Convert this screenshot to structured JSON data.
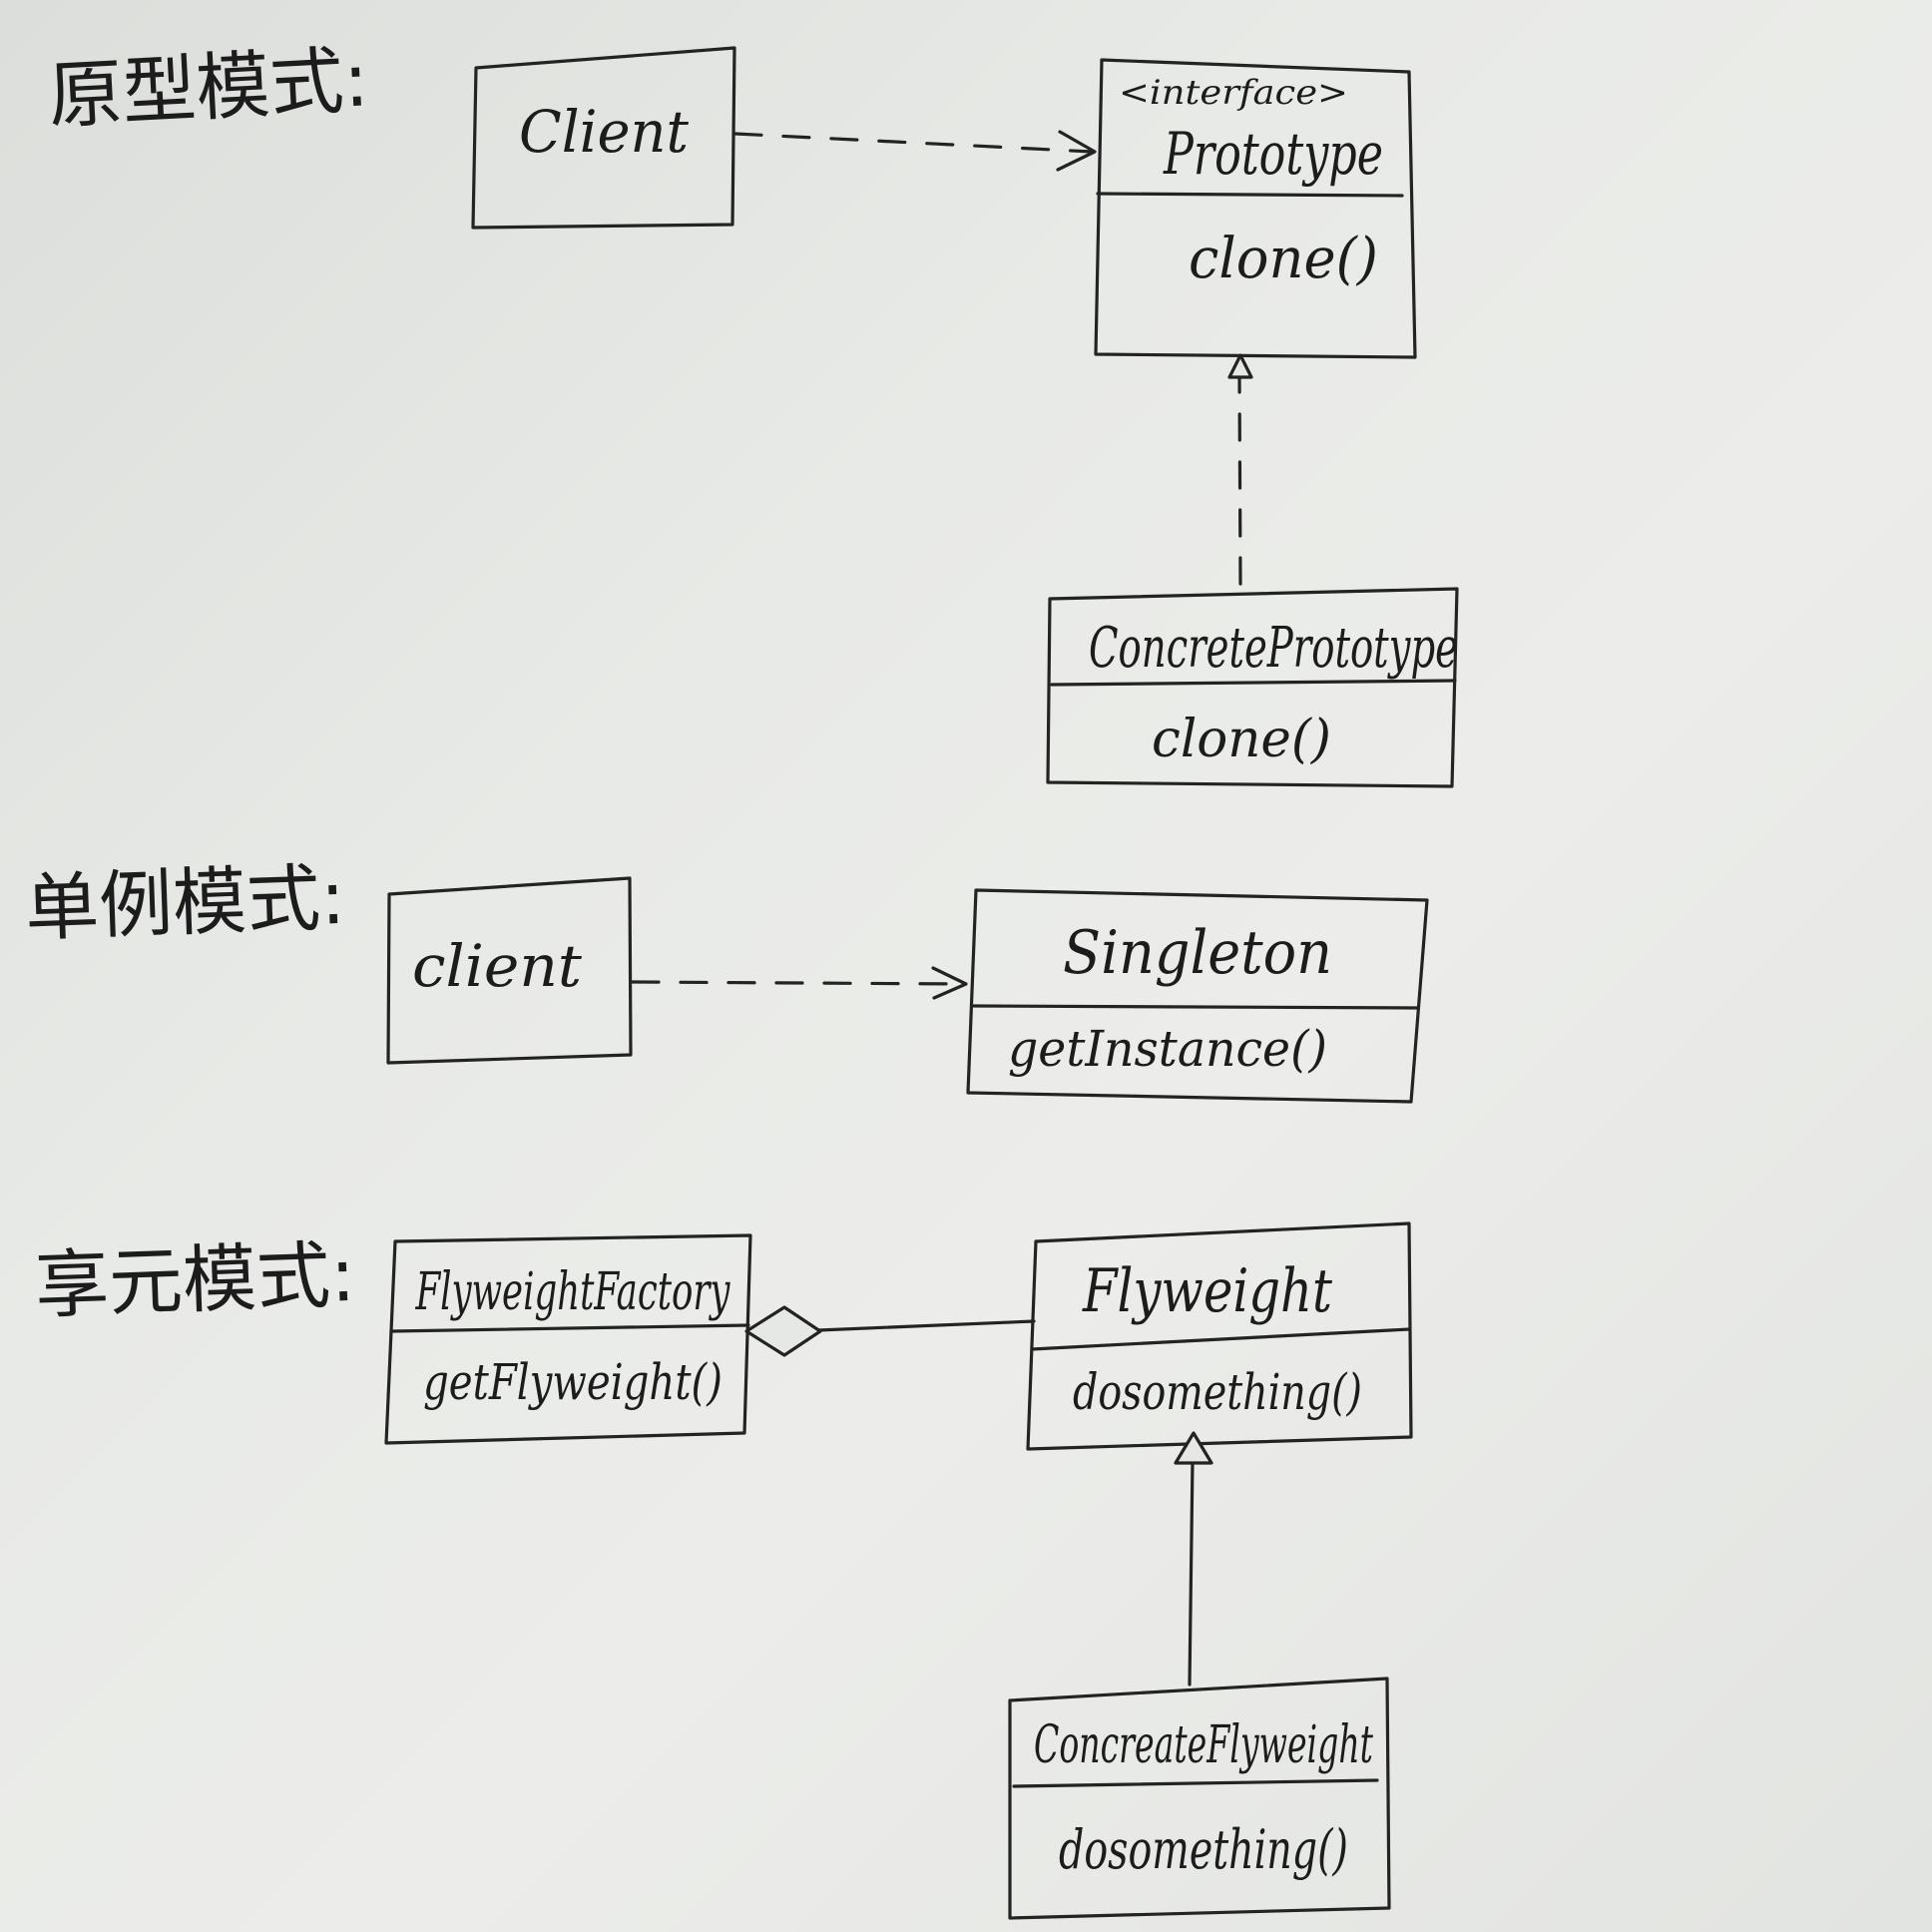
{
  "sections": {
    "prototype": {
      "heading": "原型模式:",
      "client": {
        "name": "Client"
      },
      "interface_box": {
        "stereotype": "<interface>",
        "name": "Prototype",
        "method": "clone()"
      },
      "concrete_box": {
        "name": "ConcretePrototype",
        "method": "clone()"
      }
    },
    "singleton": {
      "heading": "单例模式:",
      "client": {
        "name": "client"
      },
      "singleton_box": {
        "name": "Singleton",
        "method": "getInstance()"
      }
    },
    "flyweight": {
      "heading": "享元模式:",
      "factory_box": {
        "name": "FlyweightFactory",
        "method": "getFlyweight()"
      },
      "flyweight_box": {
        "name": "Flyweight",
        "method": "dosomething()"
      },
      "concrete_box": {
        "name": "ConcreateFlyweight",
        "method": "dosomething()"
      }
    }
  }
}
